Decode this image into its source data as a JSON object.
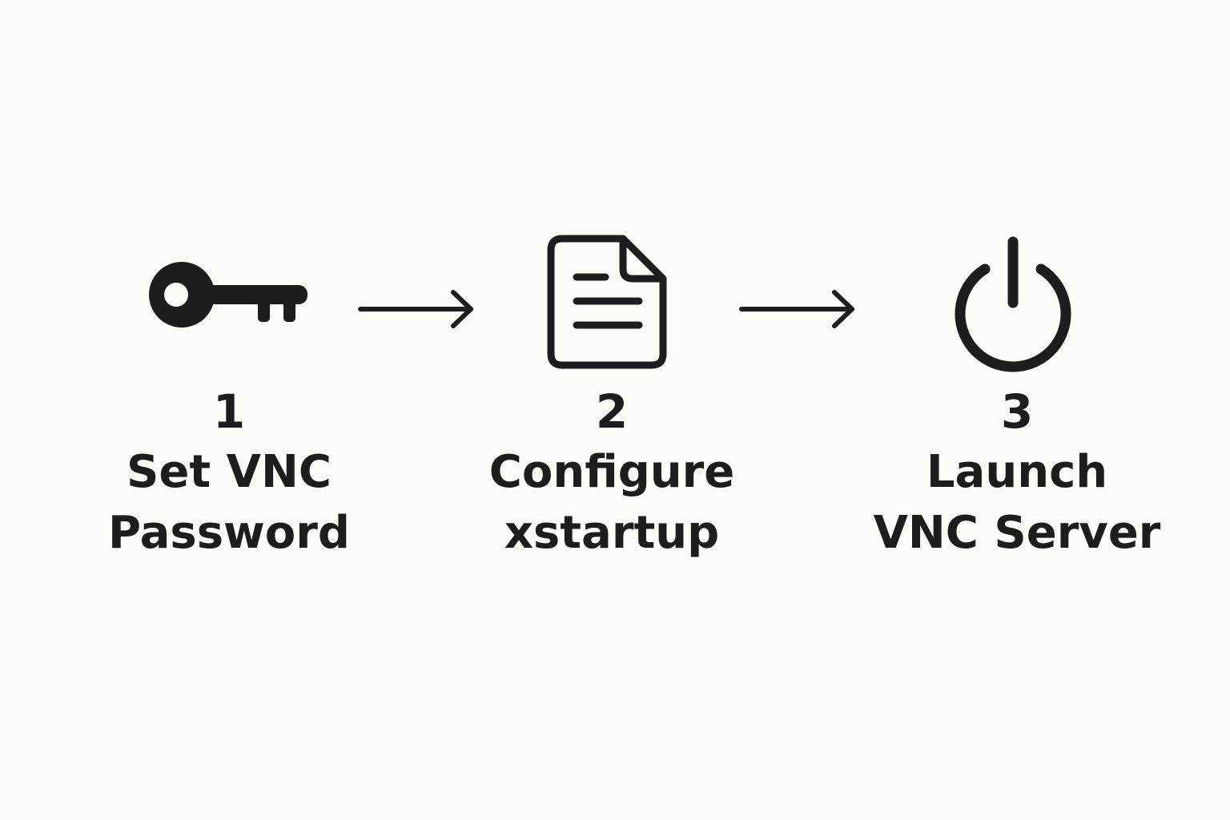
{
  "colors": {
    "background": "#fcfcf9",
    "ink": "#1d1d1d"
  },
  "steps": [
    {
      "number": "1",
      "label_lines": [
        "Set VNC",
        "Password"
      ],
      "icon": "key-icon"
    },
    {
      "number": "2",
      "label_lines": [
        "Configure",
        "xstartup"
      ],
      "icon": "document-icon"
    },
    {
      "number": "3",
      "label_lines": [
        "Launch",
        "VNC Server"
      ],
      "icon": "power-icon"
    }
  ],
  "arrows": [
    {
      "icon": "arrow-right-icon"
    },
    {
      "icon": "arrow-right-icon"
    }
  ]
}
